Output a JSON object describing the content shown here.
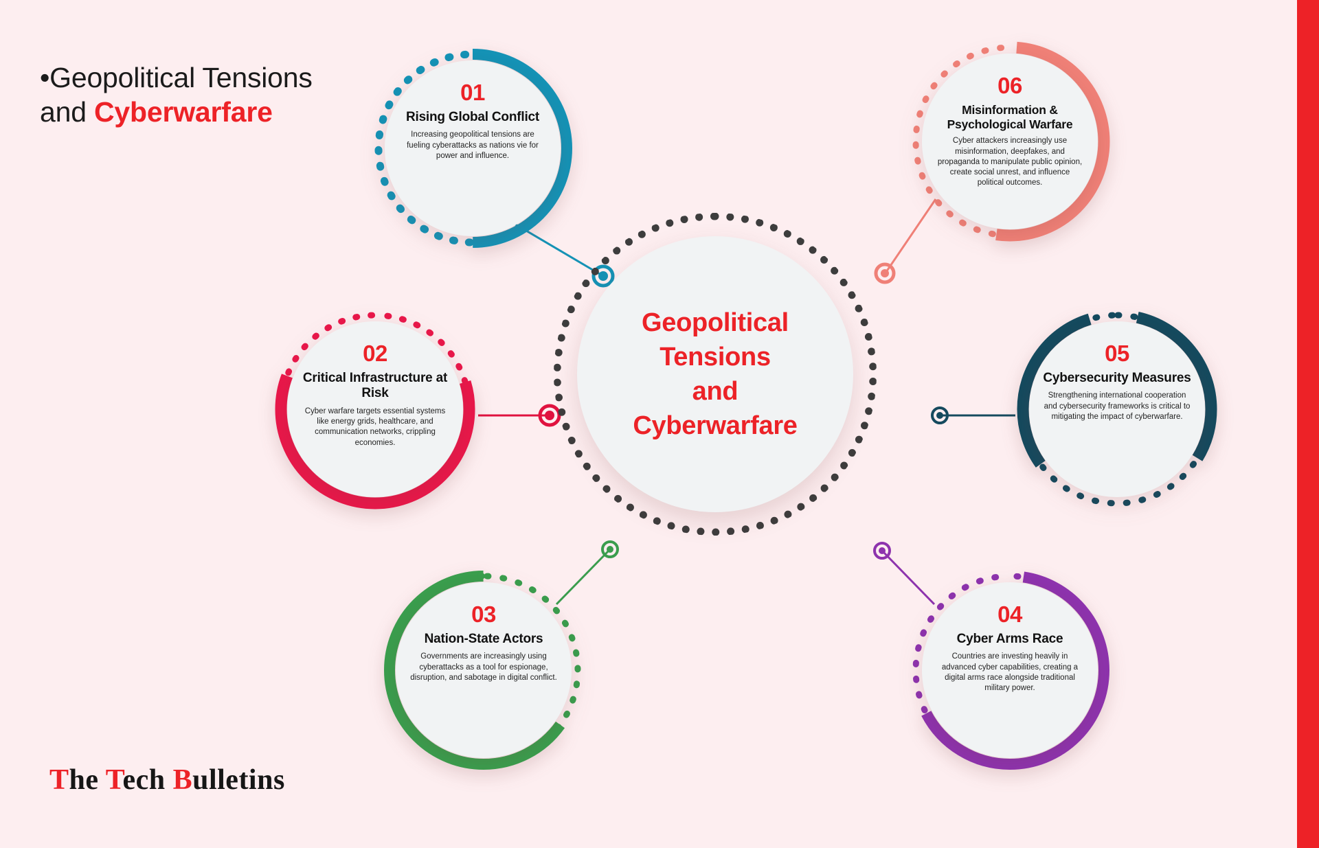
{
  "page": {
    "background_color": "#fdeef0",
    "edge_bar_color": "#ed2227"
  },
  "headline": {
    "bullet": "•",
    "line1": "Geopolitical Tensions",
    "line2_plain": "and ",
    "line2_accent": "Cyberwarfare"
  },
  "logo": {
    "part1_red": "T",
    "part1": "he ",
    "part2_red": "T",
    "part2": "ech ",
    "part3_red": "B",
    "part3": "ulletins",
    "full": "The Tech Bulletins"
  },
  "hub": {
    "title": "Geopolitical Tensions and Cyberwarfare",
    "line1": "Geopolitical Tensions",
    "line2": "and",
    "line3": "Cyberwarfare",
    "title_color": "#ec2227",
    "ring_style": "dotted",
    "ring_color": "#3d3d3d"
  },
  "nodes": [
    {
      "number": "01",
      "title": "Rising Global Conflict",
      "description": "Increasing geopolitical tensions are fueling cyberattacks as nations vie for power and influence.",
      "color": "#1592b5",
      "connector_color": "#1592b5"
    },
    {
      "number": "02",
      "title": "Critical Infrastructure at Risk",
      "description": "Cyber warfare targets essential systems like energy grids, healthcare, and communication networks, crippling economies.",
      "color": "#e8184a",
      "connector_color": "#e0123f"
    },
    {
      "number": "03",
      "title": "Nation-State Actors",
      "description": "Governments are increasingly using cyberattacks as a tool for espionage, disruption, and sabotage in digital conflict.",
      "color": "#3a9d4d",
      "connector_color": "#3a9d4d"
    },
    {
      "number": "04",
      "title": "Cyber Arms Race",
      "description": "Countries are investing heavily in advanced cyber capabilities, creating a digital arms race alongside traditional military power.",
      "color": "#8d33ad",
      "connector_color": "#8d33ad"
    },
    {
      "number": "05",
      "title": "Cybersecurity Measures",
      "description": "Strengthening international cooperation and cybersecurity frameworks is critical to mitigating the impact of cyberwarfare.",
      "color": "#154a5e",
      "connector_color": "#154a5e"
    },
    {
      "number": "06",
      "title": "Misinformation & Psychological Warfare",
      "description": "Cyber attackers increasingly use misinformation, deepfakes, and propaganda to manipulate public opinion, create social unrest, and influence political outcomes.",
      "color": "#ef8077",
      "connector_color": "#ef8077"
    }
  ]
}
